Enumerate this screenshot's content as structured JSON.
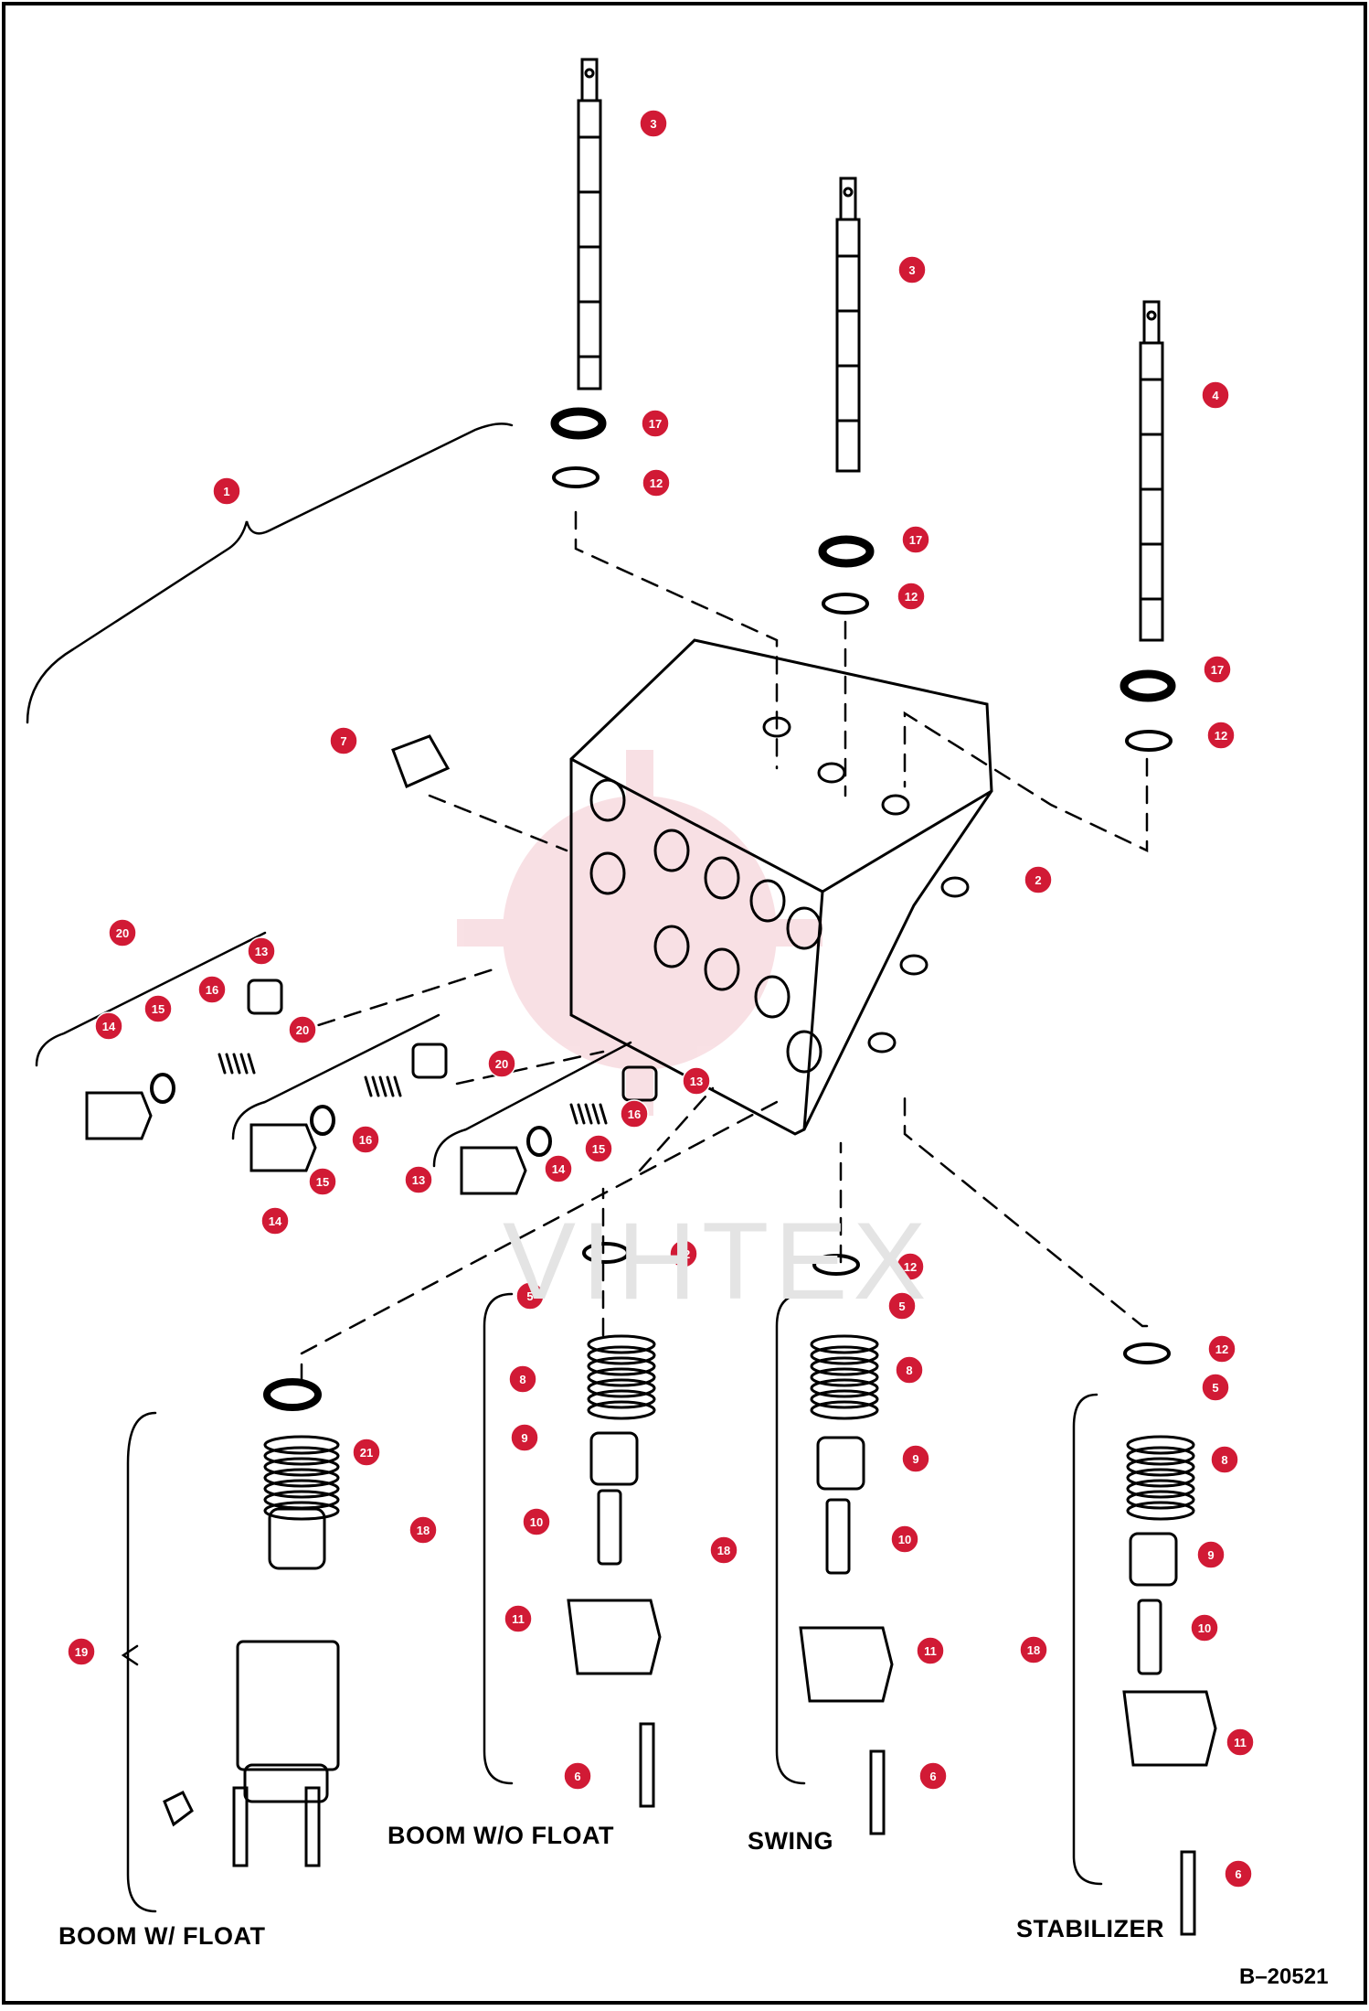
{
  "diagram": {
    "drawing_number": "B–20521",
    "watermark": "VIHTEX",
    "callout_color": "#d11a35",
    "groups": [
      {
        "key": "boom_float",
        "label": "BOOM W/ FLOAT"
      },
      {
        "key": "boom_nofloat",
        "label": "BOOM W/O FLOAT"
      },
      {
        "key": "swing",
        "label": "SWING"
      },
      {
        "key": "stabilizer",
        "label": "STABILIZER"
      }
    ],
    "callouts": [
      "1",
      "2",
      "3",
      "3",
      "4",
      "5",
      "5",
      "5",
      "6",
      "6",
      "6",
      "7",
      "8",
      "8",
      "8",
      "9",
      "9",
      "9",
      "10",
      "10",
      "10",
      "11",
      "11",
      "11",
      "12",
      "12",
      "12",
      "12",
      "12",
      "12",
      "13",
      "13",
      "13",
      "14",
      "14",
      "14",
      "15",
      "15",
      "15",
      "16",
      "16",
      "16",
      "17",
      "17",
      "17",
      "18",
      "18",
      "18",
      "19",
      "20",
      "20",
      "20",
      "21"
    ]
  }
}
